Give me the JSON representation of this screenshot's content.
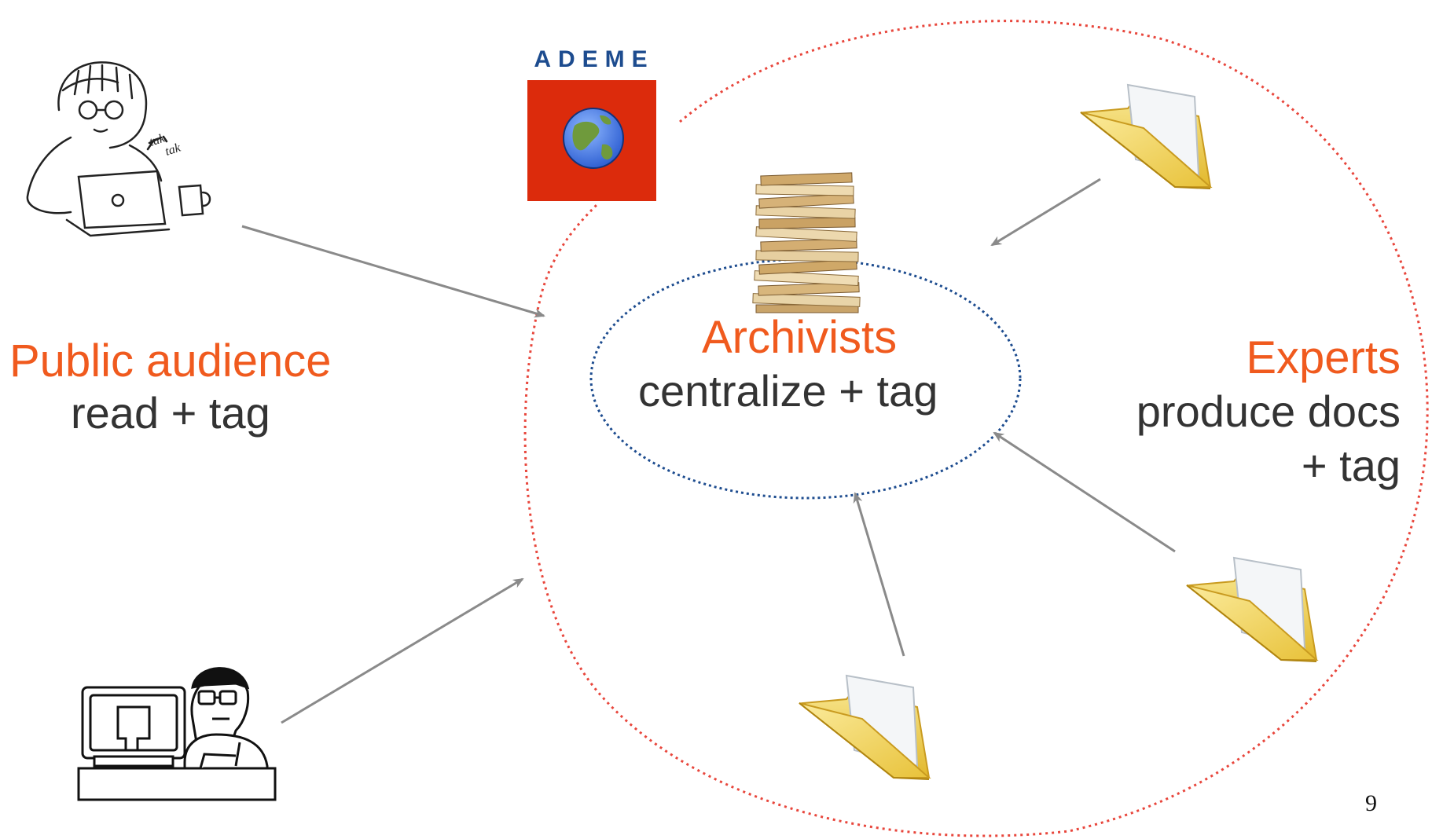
{
  "groups": {
    "public": {
      "title": "Public audience",
      "subtitle": "read + tag"
    },
    "archivists": {
      "title": "Archivists",
      "subtitle": "centralize + tag"
    },
    "experts": {
      "title": "Experts",
      "subtitle_line1": "produce docs",
      "subtitle_line2": "+ tag"
    }
  },
  "logo": {
    "text": "ADEME"
  },
  "page_number": "9",
  "sketch_text": {
    "line1": "tak",
    "line2": "tak"
  },
  "colors": {
    "accent_orange": "#f05a1e",
    "text_dark": "#333333",
    "outer_circle": "#e8463c",
    "inner_circle": "#1d4c8f",
    "arrow": "#8a8a8a",
    "logo_red": "#dc2b0c",
    "logo_blue": "#1d4c8f",
    "folder": "#f2d35a"
  },
  "icons": [
    "woman-laptop-illustration",
    "man-computer-illustration",
    "paper-stack-icon",
    "folder-icon",
    "globe-icon"
  ]
}
